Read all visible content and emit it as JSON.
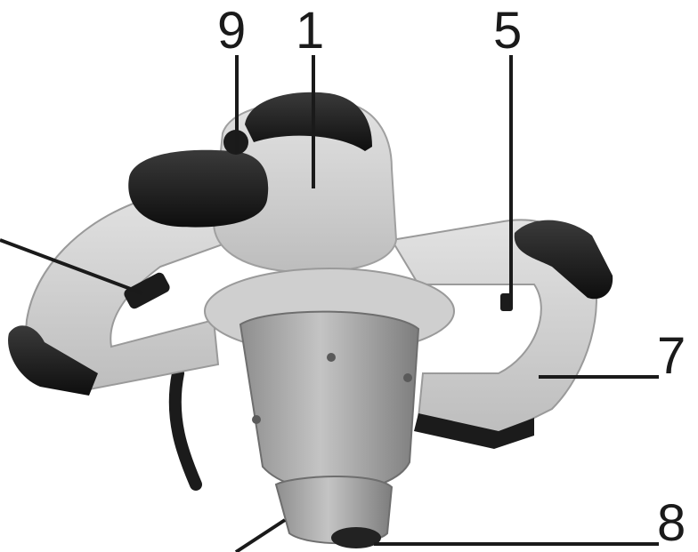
{
  "figure": {
    "subject": "power mixer",
    "callouts": {
      "c9": "9",
      "c1": "1",
      "c5": "5",
      "c7": "7",
      "c8": "8"
    }
  },
  "colors": {
    "background": "#ffffff",
    "body_light_gray": "#d6d6d6",
    "body_shade": "#b8b8b8",
    "metal_gray": "#a9a9a9",
    "rubber_black": "#1b1b1b",
    "leader_line": "#1a1a1a"
  }
}
